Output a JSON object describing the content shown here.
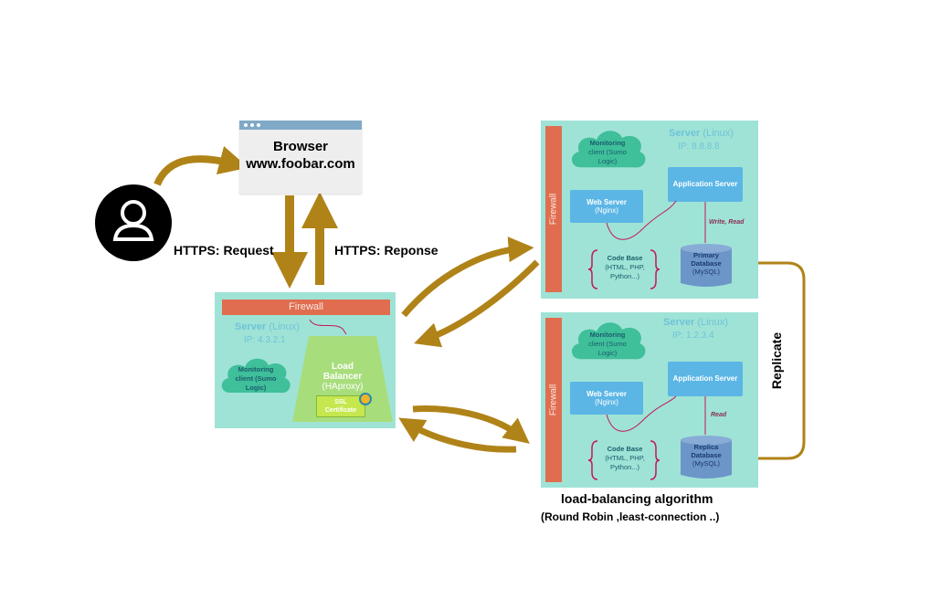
{
  "browser": {
    "title": "Browser",
    "url": "www.foobar.com"
  },
  "user_icon": "user-avatar-icon",
  "arrows": {
    "request_label": "HTTPS: Request",
    "response_label": "HTTPS: Reponse"
  },
  "lb_server": {
    "firewall": "Firewall",
    "server_title": "Server",
    "server_os": "(Linux)",
    "ip": "IP: 4.3.2.1",
    "monitoring": [
      "Monitoring",
      "client (Sumo",
      "Logic)"
    ],
    "load_balancer": [
      "Load",
      "Balancer",
      "(HAproxy)"
    ],
    "ssl": [
      "SSL",
      "Certificate"
    ]
  },
  "primary_server": {
    "firewall": "Firewall",
    "server_title": "Server",
    "server_os": "(Linux)",
    "ip": "IP: 8.8.8.8",
    "monitoring": [
      "Monitoring",
      "client (Sumo",
      "Logic)"
    ],
    "web_server": [
      "Web Server",
      "(Nginx)"
    ],
    "app_server": "Application Server",
    "rw_label": "Write, Read",
    "code_base": [
      "Code Base",
      "(HTML, PHP,",
      "Python...)"
    ],
    "database": [
      "Primary",
      "Database",
      "(MySQL)"
    ]
  },
  "replica_server": {
    "firewall": "Firewall",
    "server_title": "Server",
    "server_os": "(Linux)",
    "ip": "IP: 1.2.3.4",
    "monitoring": [
      "Monitoring",
      "client (Sumo",
      "Logic)"
    ],
    "web_server": [
      "Web Server",
      "(Nginx)"
    ],
    "app_server": "Application Server",
    "rw_label": "Read",
    "code_base": [
      "Code Base",
      "(HTML, PHP,",
      "Python...)"
    ],
    "database": [
      "Replica",
      "Database",
      "(MySQL)"
    ]
  },
  "replicate_label": "Replicate",
  "algorithm": {
    "title": "load-balancing algorithm",
    "subtitle": "(Round Robin ,least-connection ..)"
  },
  "colors": {
    "arrow": "#b08318",
    "teal": "#9fe3d6",
    "firewall": "#e06d4f",
    "blue": "#5bb6e6",
    "db": "#6c95c8",
    "lb": "#a8dd7c"
  }
}
